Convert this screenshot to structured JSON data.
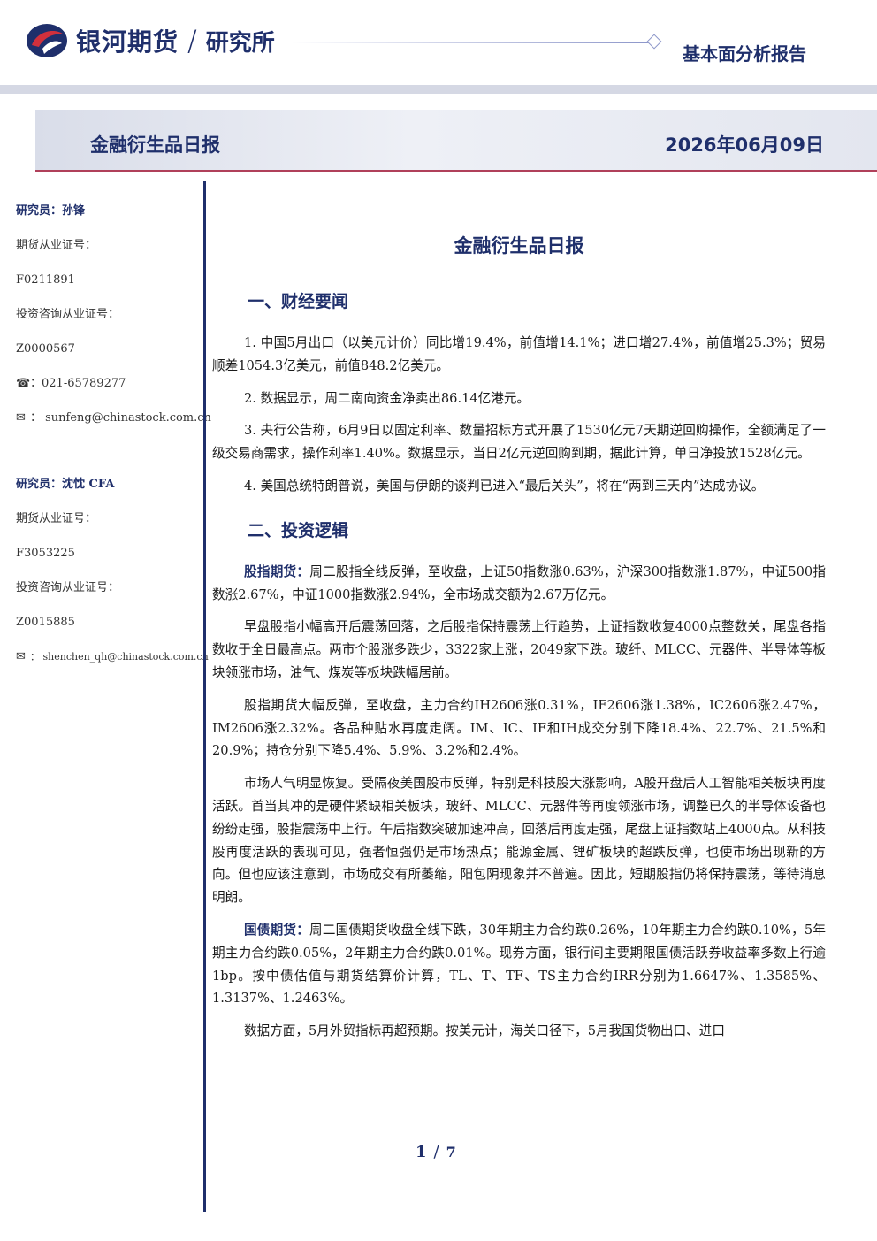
{
  "header": {
    "company": "银河期货",
    "division": "研究所",
    "report_type": "基本面分析报告",
    "colors": {
      "brand": "#1f2f6b",
      "accent": "#b0405a"
    }
  },
  "banner": {
    "title": "金融衍生品日报",
    "date": "2026年06月09日"
  },
  "sidebar": {
    "analysts": [
      {
        "name_line": "研究员：孙锋",
        "futures_label": "期货从业证号：",
        "futures_id": "F0211891",
        "consult_label": "投资咨询从业证号：",
        "consult_id": "Z0000567",
        "phone": "021-65789277",
        "email": "sunfeng@chinastock.com.cn"
      },
      {
        "name_line": "研究员：沈忱 CFA",
        "futures_label": "期货从业证号：",
        "futures_id": "F3053225",
        "consult_label": "投资咨询从业证号：",
        "consult_id": "Z0015885",
        "email": "shenchen_qh@chinastock.com.cn"
      }
    ]
  },
  "main": {
    "title": "金融衍生品日报",
    "section1": {
      "heading": "一、财经要闻",
      "items": [
        "1. 中国5月出口（以美元计价）同比增19.4%，前值增14.1%；进口增27.4%，前值增25.3%；贸易顺差1054.3亿美元，前值848.2亿美元。",
        "2. 数据显示，周二南向资金净卖出86.14亿港元。",
        "3. 央行公告称，6月9日以固定利率、数量招标方式开展了1530亿元7天期逆回购操作，全额满足了一级交易商需求，操作利率1.40%。数据显示，当日2亿元逆回购到期，据此计算，单日净投放1528亿元。",
        "4. 美国总统特朗普说，美国与伊朗的谈判已进入“最后关头”，将在“两到三天内”达成协议。"
      ]
    },
    "section2": {
      "heading": "二、投资逻辑",
      "p1_lead": "股指期货：",
      "p1": "周二股指全线反弹，至收盘，上证50指数涨0.63%，沪深300指数涨1.87%，中证500指数涨2.67%，中证1000指数涨2.94%，全市场成交额为2.67万亿元。",
      "p2": "早盘股指小幅高开后震荡回落，之后股指保持震荡上行趋势，上证指数收复4000点整数关，尾盘各指数收于全日最高点。两市个股涨多跌少，3322家上涨，2049家下跌。玻纤、MLCC、元器件、半导体等板块领涨市场，油气、煤炭等板块跌幅居前。",
      "p3": "股指期货大幅反弹，至收盘，主力合约IH2606涨0.31%，IF2606涨1.38%，IC2606涨2.47%，IM2606涨2.32%。各品种贴水再度走阔。IM、IC、IF和IH成交分别下降18.4%、22.7%、21.5%和20.9%；持仓分别下降5.4%、5.9%、3.2%和2.4%。",
      "p4": "市场人气明显恢复。受隔夜美国股市反弹，特别是科技股大涨影响，A股开盘后人工智能相关板块再度活跃。首当其冲的是硬件紧缺相关板块，玻纤、MLCC、元器件等再度领涨市场，调整已久的半导体设备也纷纷走强，股指震荡中上行。午后指数突破加速冲高，回落后再度走强，尾盘上证指数站上4000点。从科技股再度活跃的表现可见，强者恒强仍是市场热点；能源金属、锂矿板块的超跌反弹，也使市场出现新的方向。但也应该注意到，市场成交有所萎缩，阳包阴现象并不普遍。因此，短期股指仍将保持震荡，等待消息明朗。",
      "p5_lead": "国债期货：",
      "p5": "周二国债期货收盘全线下跌，30年期主力合约跌0.26%，10年期主力合约跌0.10%，5年期主力合约跌0.05%，2年期主力合约跌0.01%。现券方面，银行间主要期限国债活跃券收益率多数上行逾1bp。按中债估值与期货结算价计算，TL、T、TF、TS主力合约IRR分别为1.6647%、1.3585%、1.3137%、1.2463%。",
      "p6": "数据方面，5月外贸指标再超预期。按美元计，海关口径下，5月我国货物出口、进口"
    }
  },
  "footer": {
    "page": "1",
    "separator": "/",
    "total": "7"
  }
}
